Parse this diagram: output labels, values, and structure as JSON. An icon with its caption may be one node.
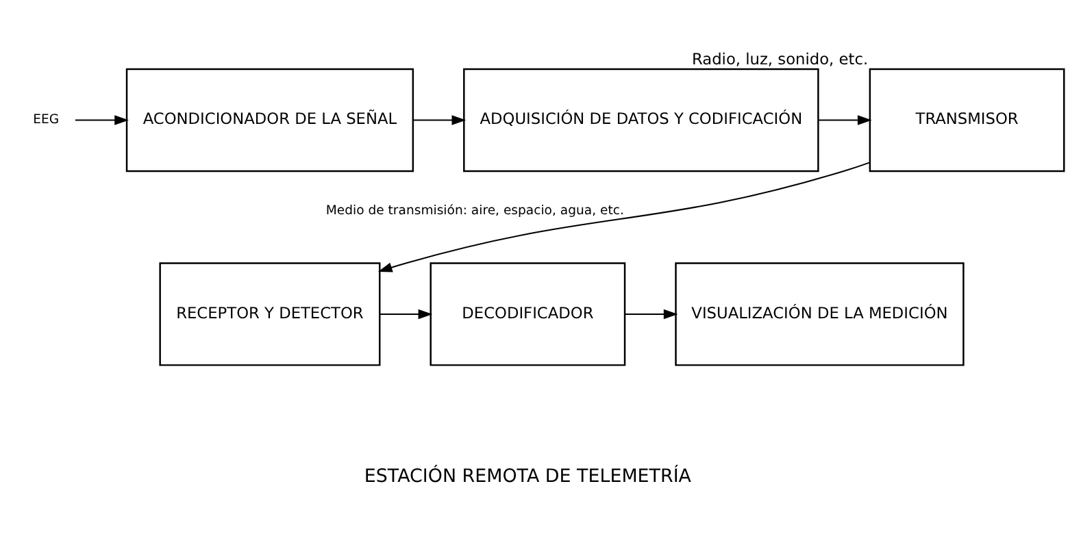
{
  "diagram": {
    "nodes": [
      {
        "text": [
          "EEG"
        ]
      },
      {
        "text": [
          "ACONDICIONADOR DE LA SEÑAL"
        ]
      },
      {
        "text": [
          "ADQUISICIÓN DE DATOS Y CODIFICACIÓN"
        ]
      },
      {
        "text": [
          "TRANSMISOR"
        ],
        "beside": [
          "Radio, luz, sonido, etc."
        ]
      },
      {
        "text": [
          "RECEPTOR Y DETECTOR"
        ]
      },
      {
        "text": [
          "DECODIFICADOR"
        ]
      },
      {
        "text": [
          "VISUALIZACIÓN DE LA MEDICIÓN"
        ]
      }
    ],
    "edges": [
      {
        "from": 0,
        "to": 1,
        "arrow": "to"
      },
      {
        "from": 1,
        "to": 2,
        "arrow": "to"
      },
      {
        "from": 2,
        "to": 3,
        "arrow": "to"
      },
      {
        "from": 3,
        "to": 4,
        "arrow": "to",
        "label": "Medio de transmisión: aire, espacio, agua, etc."
      },
      {
        "from": 4,
        "to": 5,
        "arrow": "to"
      },
      {
        "from": 5,
        "to": 6,
        "arrow": "to"
      }
    ],
    "labels": [
      "ESTACIÓN REMOTA DE TELEMETRÍA"
    ]
  }
}
